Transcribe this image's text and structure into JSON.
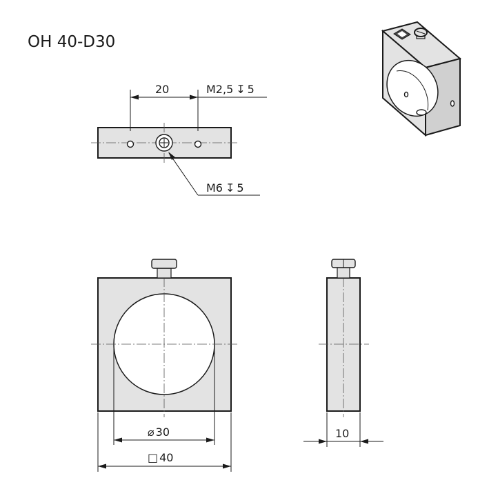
{
  "title": "OH 40-D30",
  "dimensions": {
    "hole_spacing": "20",
    "hole_thread": "M2,5",
    "hole_depth": "5",
    "screw_thread": "M6",
    "screw_depth": "5",
    "aperture": "30",
    "square_size": "40",
    "thickness": "10"
  },
  "symbols": {
    "depth": "↧",
    "diameter": "⌀",
    "square": "□"
  }
}
